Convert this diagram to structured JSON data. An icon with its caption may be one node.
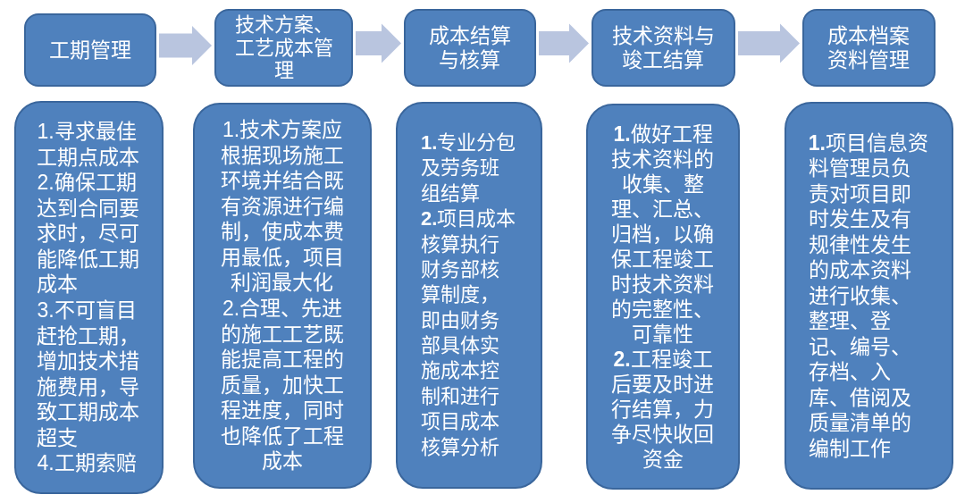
{
  "diagram": {
    "nodes": [
      {
        "text": [
          "工期管理"
        ]
      },
      {
        "text": [
          "技术方案、工艺成本管理"
        ]
      },
      {
        "text": [
          "成本结算与核算"
        ]
      },
      {
        "text": [
          "技术资料与竣工结算"
        ]
      },
      {
        "text": [
          "成本档案资料管理"
        ]
      },
      {
        "text": [
          "1.寻求最佳工期点成本",
          "2.确保工期达到合同要求时，尽可能降低工期成本",
          "3.不可盲目赶抢工期，增加技术措施费用，导致工期成本超支",
          "4.工期索赔"
        ]
      },
      {
        "text": [
          "1.技术方案应根据现场施工环境并结合既有资源进行编制，使成本费用最低，项目利润最大化",
          "2.合理、先进的施工工艺既能提高工程的质量，加快工程进度，同时也降低了工程成本"
        ]
      },
      {
        "text": [
          "**1.**专业分包及劳务班组结算",
          "**2.**项目成本核算执行财务部核算制度，即由财务部具体实施成本控制和进行项目成本核算分析"
        ]
      },
      {
        "text": [
          "**1.**做好工程技术资料的收集、整理、汇总、归档，以确保工程竣工时技术资料的完整性、可靠性",
          "**2.**工程竣工后要及时进行结算，力争尽快收回资金"
        ]
      },
      {
        "text": [
          "**1.**项目信息资料管理员负责对项目即时发生及有规律性发生的成本资料进行收集、整理、登记、编号、存档、入库、借阅及质量清单的编制工作"
        ]
      }
    ],
    "edges": [
      {
        "from": 0,
        "to": 1,
        "arrow": "to"
      },
      {
        "from": 1,
        "to": 2,
        "arrow": "to"
      },
      {
        "from": 2,
        "to": 3,
        "arrow": "to"
      },
      {
        "from": 3,
        "to": 4,
        "arrow": "to"
      }
    ]
  }
}
